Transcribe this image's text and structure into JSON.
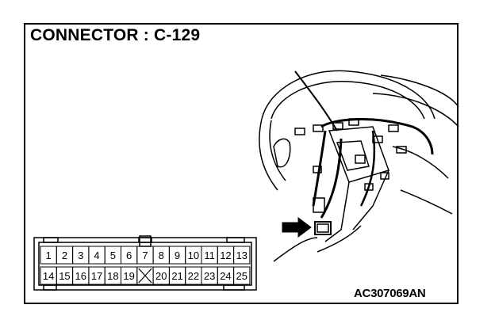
{
  "diagram": {
    "title": "CONNECTOR : C-129",
    "figure_code": "AC307069AN",
    "connector": {
      "top_row": [
        "1",
        "2",
        "3",
        "4",
        "5",
        "6",
        "7",
        "8",
        "9",
        "10",
        "11",
        "12",
        "13"
      ],
      "bottom_row": [
        "14",
        "15",
        "16",
        "17",
        "18",
        "19",
        "",
        "20",
        "21",
        "22",
        "23",
        "24",
        "25"
      ],
      "blanked_cavity_icon": "x-mark"
    },
    "locator_icon": "arrow-right-icon"
  }
}
